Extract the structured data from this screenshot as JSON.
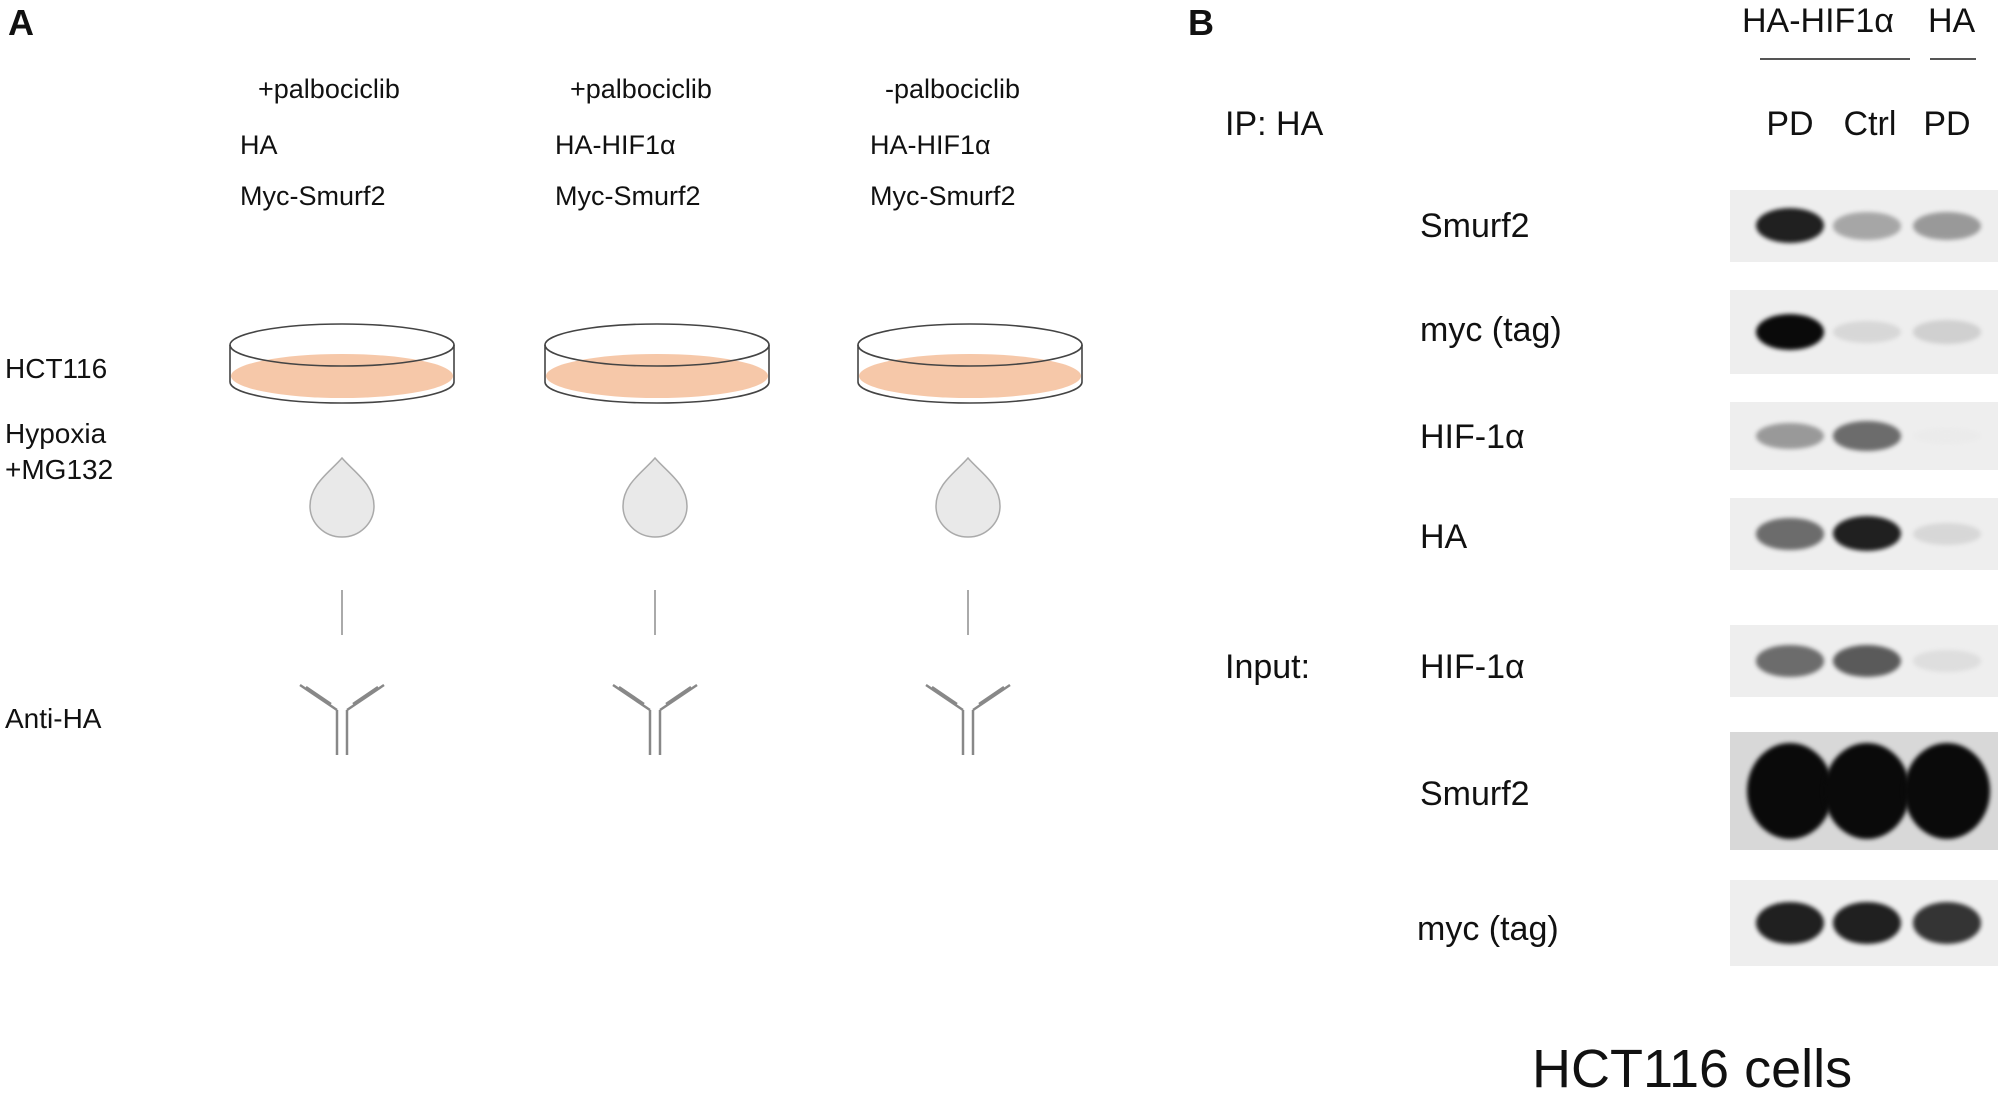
{
  "panelA": {
    "letter": "A",
    "conditions": [
      {
        "treatment": "+palbociclib",
        "construct": "HA",
        "partner": "Myc-Smurf2"
      },
      {
        "treatment": "+palbociclib",
        "construct": "HA-HIF1α",
        "partner": "Myc-Smurf2"
      },
      {
        "treatment": "-palbociclib",
        "construct": "HA-HIF1α",
        "partner": "Myc-Smurf2"
      }
    ],
    "row_labels": {
      "cells": "HCT116",
      "treatment_line1": "Hypoxia",
      "treatment_line2": "+MG132",
      "antibody": "Anti-HA"
    },
    "colors": {
      "dish_fill": "#f6c8a9",
      "dish_rim": "#444444",
      "drop_fill": "#e9e9e9",
      "antibody": "#888888"
    }
  },
  "panelB": {
    "letter": "B",
    "groups": [
      {
        "label": "HA-HIF1α",
        "lanes": 2
      },
      {
        "label": "HA",
        "lanes": 1
      }
    ],
    "lanes": [
      "PD",
      "Ctrl",
      "PD"
    ],
    "ip_label": "IP: HA",
    "input_label": "Input:",
    "blots": [
      {
        "label": "Smurf2",
        "intensity": [
          0.95,
          0.55,
          0.6
        ]
      },
      {
        "label": "myc (tag)",
        "intensity": [
          1.0,
          0.3,
          0.35
        ]
      },
      {
        "label": "HIF-1α",
        "intensity": [
          0.6,
          0.75,
          0.05
        ]
      },
      {
        "label": "HA",
        "intensity": [
          0.75,
          0.95,
          0.3
        ]
      },
      {
        "label": "HIF-1α",
        "intensity": [
          0.75,
          0.8,
          0.25
        ]
      },
      {
        "label": "Smurf2",
        "intensity": [
          1.0,
          1.0,
          1.0
        ]
      },
      {
        "label": "myc (tag)",
        "intensity": [
          0.95,
          0.95,
          0.9
        ]
      }
    ],
    "caption": "HCT116 cells"
  }
}
